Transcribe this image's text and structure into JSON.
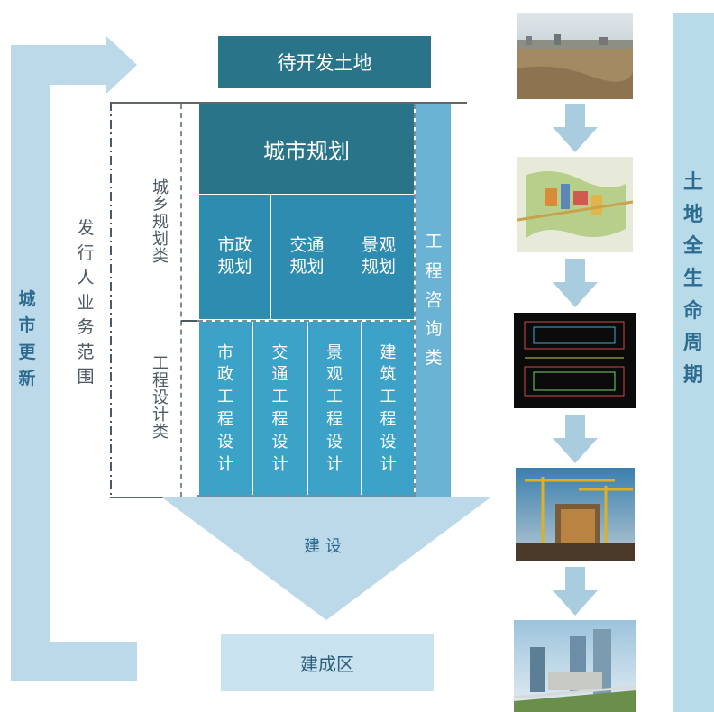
{
  "top_box": "待开发土地",
  "bottom_box": "建成区",
  "left_loop_label": "城\n市\n更\n新",
  "scope_label": "发\n行\n人\n业\n务\n范\n围",
  "category_planning": "城\n乡\n规\n划\n类",
  "category_design": "工\n程\n设\n计\n类",
  "city_planning": "城市规划",
  "planning_items": [
    "市政\n规划",
    "交通\n规划",
    "景观\n规划"
  ],
  "design_items": [
    "市\n政\n工\n程\n设\n计",
    "交\n通\n工\n程\n设\n计",
    "景\n观\n工\n程\n设\n计",
    "建\n筑\n工\n程\n设\n计"
  ],
  "consulting": "工\n程\n咨\n询\n类",
  "construction": "建 设",
  "right_label": "土\n地\n全\n生\n命\n周\n期",
  "photos": [
    "undeveloped-land",
    "planning-map",
    "cad-drawing",
    "construction-cranes",
    "finished-buildings"
  ],
  "colors": {
    "dark_teal": "#2a7489",
    "mid_teal": "#2d8cb0",
    "light_teal": "#3da2c8",
    "consult": "#6bb3d4",
    "pale_arrow": "#bcd9ea",
    "bottom_box": "#c8e2ef",
    "right_panel": "#b8dbea",
    "right_text": "#2d6b8f"
  }
}
